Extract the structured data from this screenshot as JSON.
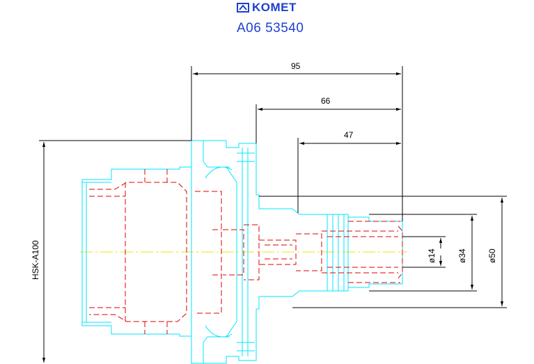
{
  "header": {
    "brand": "KOMET",
    "part_number": "A06 53540"
  },
  "colors": {
    "brand": "#1d3fcf",
    "outline": "#00e5ff",
    "hidden": "#e00000",
    "center": "#e8e800",
    "dimension": "#000000"
  },
  "dimensions": {
    "length_total": "95",
    "length_mid": "66",
    "length_short": "47",
    "dia_14": "ø14",
    "dia_34": "ø34",
    "dia_50": "ø50",
    "interface": "HSK-A100"
  }
}
